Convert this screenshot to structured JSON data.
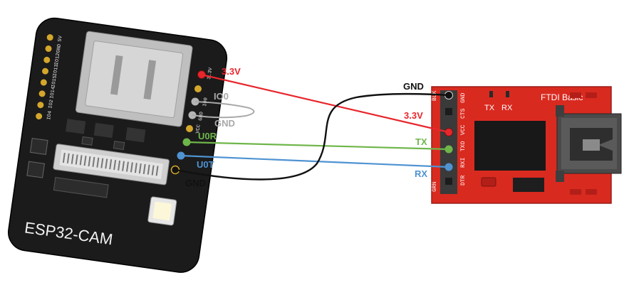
{
  "colors": {
    "red_wire": "#e8262c",
    "green_wire": "#6fb64a",
    "blue_wire": "#4f93d2",
    "black_wire": "#111111",
    "gray_wire": "#a9a9a9",
    "ftdi_board": "#d92a20",
    "cam_board": "#1b1b1b"
  },
  "esp32cam": {
    "name": "ESP32-CAM",
    "left_pins": [
      "IO4",
      "IO2",
      "IO14",
      "IO15",
      "IO13",
      "IO12",
      "GND",
      "5V"
    ],
    "right_pins": [
      "3.3V",
      "IO0",
      "GND",
      "VCC",
      "U0R",
      "U0T",
      "GND"
    ]
  },
  "ftdi": {
    "name": "FTDI Basic",
    "led_tx": "TX",
    "led_rx": "RX",
    "pin_tags": [
      "BLK",
      "GND",
      "CTS",
      "VCC",
      "TXO",
      "RXI",
      "DTR",
      "GRN"
    ]
  },
  "labels": {
    "cam_3v3": "3.3V",
    "cam_io0": "IO0",
    "cam_gnd_gray": "GND",
    "cam_u0r": "U0R",
    "cam_u0t": "U0T",
    "cam_gnd": "GND",
    "ftdi_gnd": "GND",
    "ftdi_3v3": "3.3V",
    "ftdi_tx": "TX",
    "ftdi_rx": "RX"
  }
}
